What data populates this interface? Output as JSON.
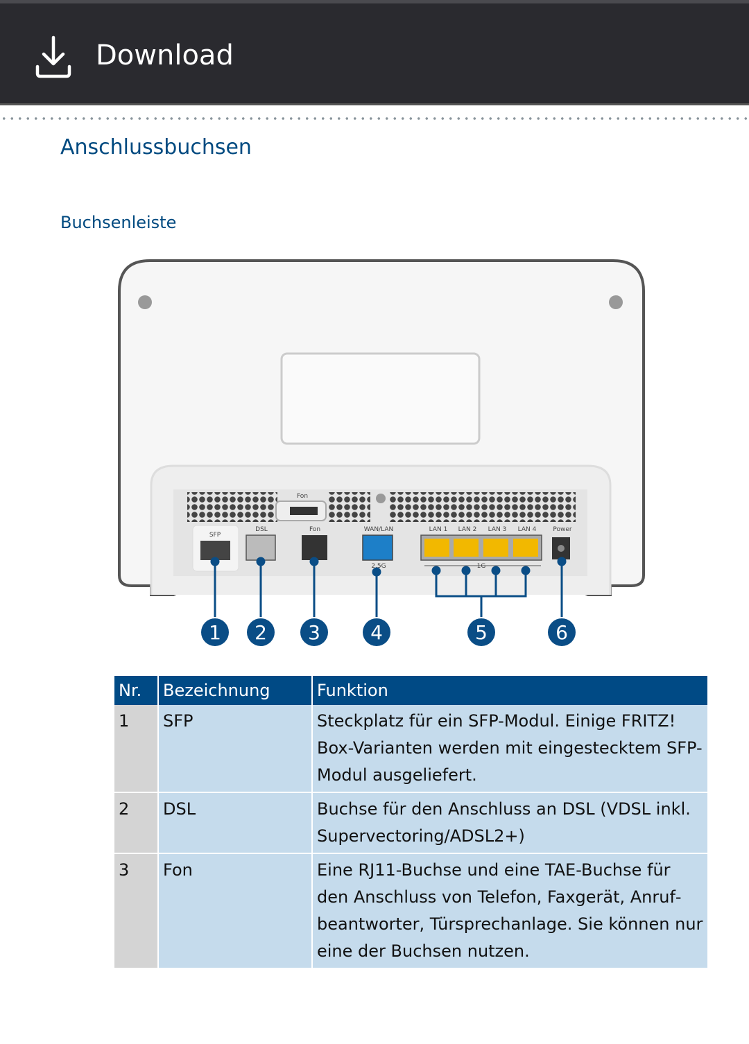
{
  "header": {
    "title": "Download",
    "icon": "download-icon"
  },
  "section_title": "Anschlussbuchsen",
  "subsection_title": "Buchsenleiste",
  "diagram": {
    "port_labels": {
      "fon_top": "Fon",
      "sfp": "SFP",
      "dsl": "DSL",
      "fon": "Fon",
      "wan": "WAN/LAN",
      "wan_speed": "2.5G",
      "lan1": "LAN 1",
      "lan2": "LAN 2",
      "lan3": "LAN 3",
      "lan4": "LAN 4",
      "lan_speed": "1G",
      "power": "Power"
    },
    "callouts": [
      "1",
      "2",
      "3",
      "4",
      "5",
      "6"
    ],
    "colors": {
      "wan": "#1d7fc8",
      "lan": "#f2b800",
      "callout": "#0a4d86"
    }
  },
  "table": {
    "headers": [
      "Nr.",
      "Bezeichnung",
      "Funktion"
    ],
    "rows": [
      {
        "nr": "1",
        "name": "SFP",
        "func": "Steckplatz für ein SFP-Modul. Einige FRITZ! Box-Varianten werden mit eingestecktem SFP-Modul ausgeliefert."
      },
      {
        "nr": "2",
        "name": "DSL",
        "func": "Buchse für den Anschluss an DSL (VDSL inkl. Supervectoring/ADSL2+)"
      },
      {
        "nr": "3",
        "name": "Fon",
        "func": "Eine RJ11-Buchse und eine TAE-Buchse für den Anschluss von Telefon, Faxgerät, Anruf­beantworter, Türsprechanlage. Sie können nur eine der Buchsen nutzen."
      }
    ]
  }
}
